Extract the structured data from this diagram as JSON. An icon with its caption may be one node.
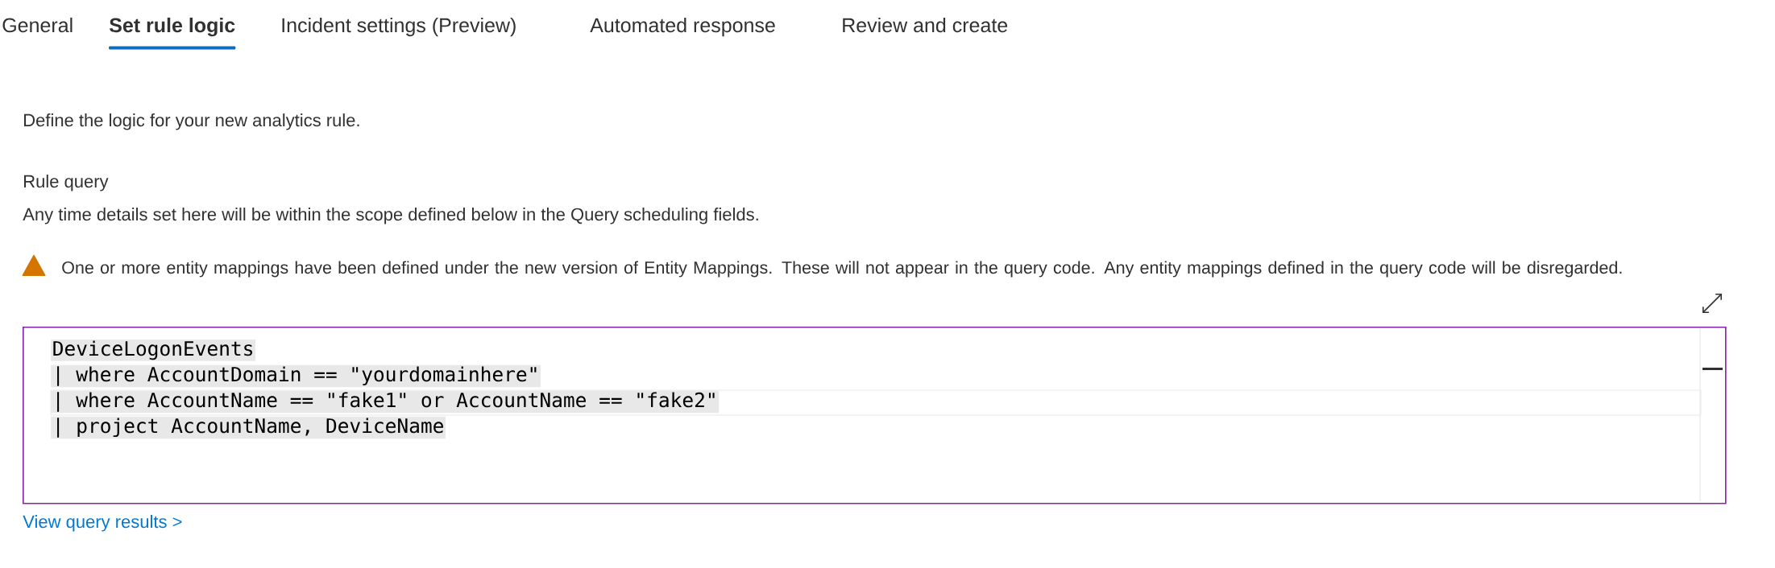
{
  "diagram": {
    "nodes": [
      {
        "text": [
          "DeviceLogonEvents",
          "| where AccountDomain == \"yourdomainhere\"",
          "| where AccountName == \"fake1\" or AccountName == \"fake2\"",
          "| project AccountName, DeviceName"
        ]
      }
    ],
    "labels": [
      "General",
      "Set rule logic",
      "Incident settings (Preview)",
      "Automated response",
      "Review and create",
      "Define the logic for your new analytics rule.",
      "Rule query",
      "Any time details set here will be within the scope defined below in the Query scheduling fields.",
      "One or more entity mappings have been defined under the new version of Entity Mappings. These will not appear in the query code. Any entity mappings defined in the query code will be disregarded.",
      "View query results >"
    ]
  }
}
